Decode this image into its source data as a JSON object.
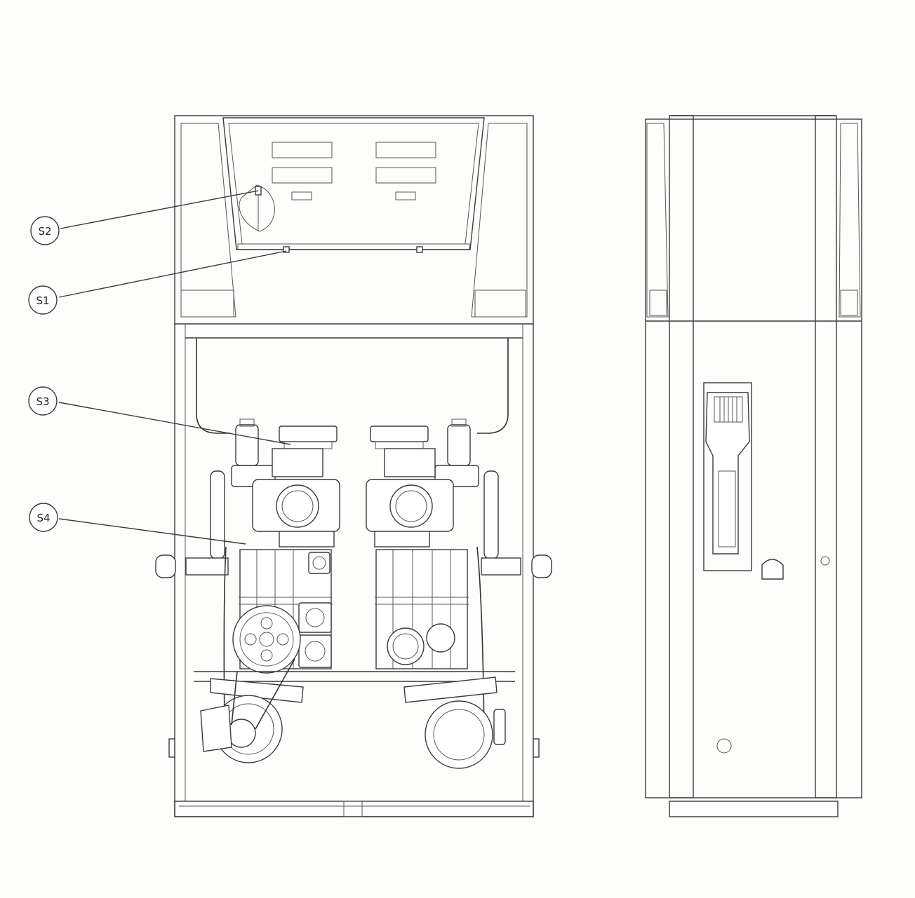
{
  "callouts": [
    {
      "id": "s2",
      "label": "S2"
    },
    {
      "id": "s1",
      "label": "S1"
    },
    {
      "id": "s3",
      "label": "S3"
    },
    {
      "id": "s4",
      "label": "S4"
    }
  ]
}
